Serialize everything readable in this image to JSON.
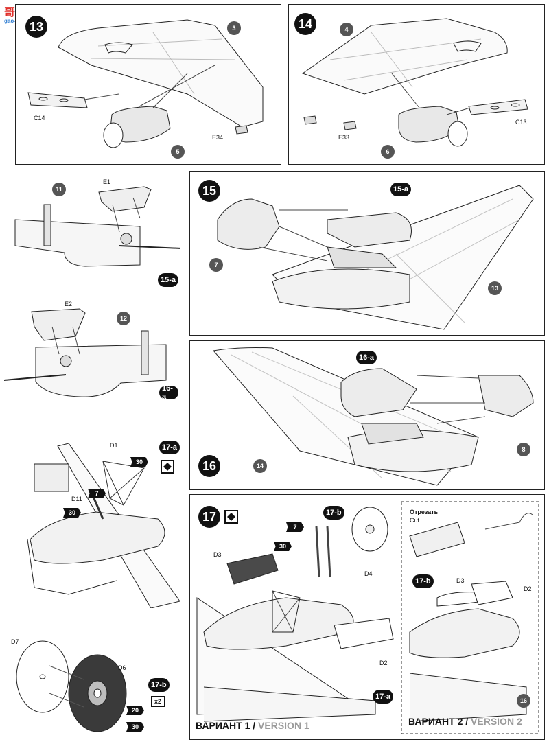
{
  "watermark": {
    "main": "哥 网",
    "sub": "gao-ship.com"
  },
  "steps": {
    "s13": {
      "number": "13",
      "parts": [
        "3",
        "5"
      ],
      "labels": [
        "C14",
        "E34"
      ]
    },
    "s14": {
      "number": "14",
      "parts": [
        "4",
        "6"
      ],
      "labels": [
        "C13",
        "E33"
      ]
    },
    "s15": {
      "number": "15",
      "sub": "15-a",
      "parts": [
        "7",
        "13"
      ]
    },
    "s16": {
      "number": "16",
      "sub": "16-a",
      "parts": [
        "8",
        "14"
      ]
    },
    "s15a": {
      "sub": "15-a",
      "part": "11",
      "label": "E1"
    },
    "s16a": {
      "sub": "16-a",
      "part": "12",
      "label": "E2"
    },
    "s17a": {
      "sub": "17-a",
      "labels": [
        "D1",
        "D11"
      ],
      "paints": [
        "30",
        "7",
        "30"
      ]
    },
    "s17b": {
      "sub": "17-b",
      "labels": [
        "D7",
        "D6"
      ],
      "paints": [
        "20",
        "30"
      ],
      "multiplier": "x2"
    },
    "s17": {
      "number": "17",
      "labels": [
        "D3",
        "D4",
        "D2"
      ],
      "subs": [
        "17-b",
        "17-a"
      ],
      "paints": [
        "7",
        "30"
      ],
      "variant1": {
        "ru": "ВАРИАНТ 1",
        "sep": " / ",
        "en": "VERSION 1"
      },
      "variant2": {
        "ru": "ВАРИАНТ 2",
        "sep": " / ",
        "en": "VERSION 2"
      },
      "cut_ru": "Отрезать",
      "cut_en": "Cut",
      "v2_labels": [
        "D3",
        "D2"
      ],
      "v2_subs": [
        "17-b",
        "16"
      ]
    }
  }
}
